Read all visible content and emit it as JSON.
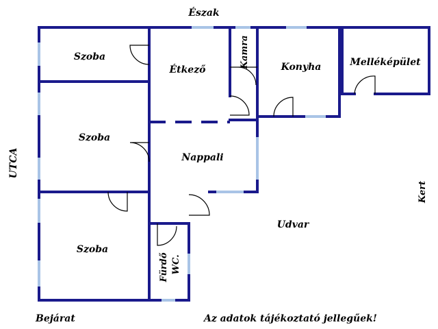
{
  "labels": {
    "north": "Észak",
    "street": "UTCA",
    "garden": "Kert",
    "entrance": "Bejárat",
    "disclaimer": "Az adatok tájékoztató jellegűek!",
    "yard": "Udvar"
  },
  "rooms": {
    "room_top": "Szoba",
    "dining": "Étkező",
    "pantry": "Kamra",
    "kitchen": "Konyha",
    "outbuilding": "Melléképület",
    "room_middle": "Szoba",
    "living": "Nappali",
    "room_bottom": "Szoba",
    "bath": "Fürdő",
    "wc": "WC."
  },
  "colors": {
    "wall": "#1a1a8c",
    "window": "#a9c4e6",
    "door_swing": "#000000"
  }
}
